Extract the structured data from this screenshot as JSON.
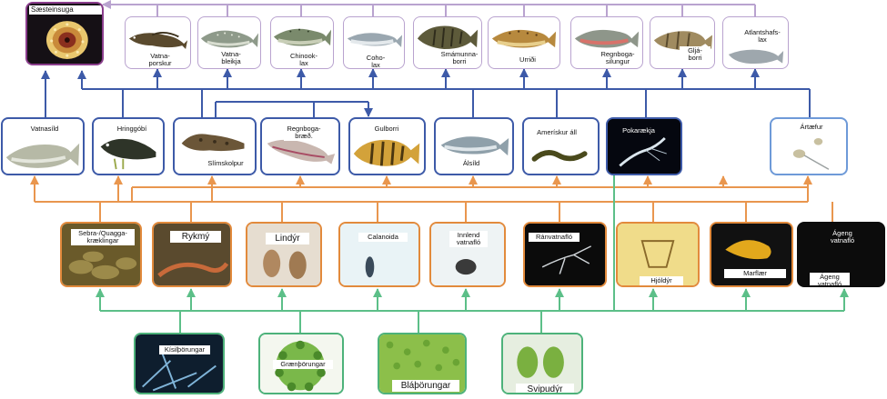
{
  "colors": {
    "top_link": "#b9a3cf",
    "fish_link": "#3d5aa8",
    "zoo_link": "#e9964e",
    "algae_link": "#5cbf88"
  },
  "apex": {
    "label": "Sæsteinsuga"
  },
  "top_fish": [
    {
      "label": "Vatna-\nporskur"
    },
    {
      "label": "Vatna-\nbleikja"
    },
    {
      "label": "Chinook-\nlax"
    },
    {
      "label": "Coho-\nlax"
    },
    {
      "label": "Smámunna-\nborri"
    },
    {
      "label": "Urriði"
    },
    {
      "label": "Regnboga-\nsilungur"
    },
    {
      "label": "Gljá-\nborri"
    },
    {
      "label": "Atlantshafs-\nlax"
    }
  ],
  "forage_fish": [
    {
      "label": "Vatnasíld"
    },
    {
      "label": "Hringgóbí"
    },
    {
      "label": "Slímskolpur"
    },
    {
      "label": "Regnboga-\nbræð."
    },
    {
      "label": "Gulborri"
    },
    {
      "label": "Álsíld"
    },
    {
      "label": "Amerískur áll"
    },
    {
      "label": "Pokarækja"
    },
    {
      "label": "Ártæfur"
    }
  ],
  "invertebrates": [
    {
      "label": "Sebra-/Quagga-\nkræklingar"
    },
    {
      "label": "Rykmý"
    },
    {
      "label": "Lindýr"
    },
    {
      "label": "Calanoida"
    },
    {
      "label": "Innlend\nvatnafló"
    },
    {
      "label": "Ránvatnafló"
    },
    {
      "label": "Hjóldýr"
    },
    {
      "label": "Marflær"
    },
    {
      "label": "Ágeng\nvatnafló"
    },
    {
      "label": "Ágeng\nvatnafló"
    }
  ],
  "producers": [
    {
      "label": "Kísilþörungar"
    },
    {
      "label": "Grænþörungar"
    },
    {
      "label": "Bláþörungar"
    },
    {
      "label": "Svipudýr"
    }
  ]
}
